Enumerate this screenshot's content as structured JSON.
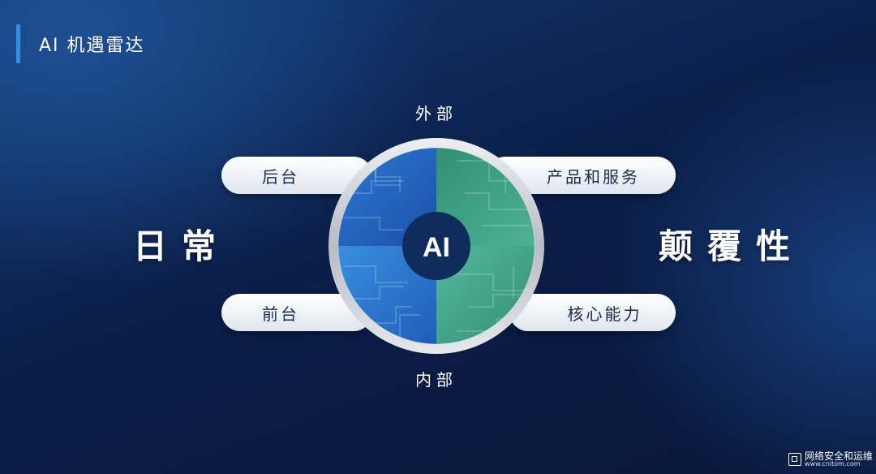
{
  "header": {
    "title": "AI 机遇雷达"
  },
  "diagram": {
    "center": "AI",
    "top": "外部",
    "bottom": "内部",
    "left": "日常",
    "right": "颠覆性",
    "quadrants": {
      "top_left": "后台",
      "bottom_left": "前台",
      "top_right": "产品和服务",
      "bottom_right": "核心能力"
    },
    "colors": {
      "blue_quadrant": "#2569c7",
      "green_quadrant": "#3a9a86",
      "center_circle": "#0f2c5c",
      "ring": "#c9cdd3"
    }
  },
  "watermark": {
    "name": "网络安全和运维",
    "url": "www.cnitom.com"
  }
}
